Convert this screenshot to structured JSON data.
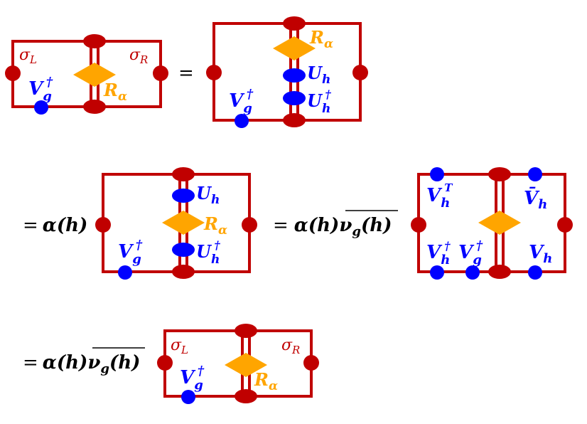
{
  "colors": {
    "frame": "#c00000",
    "tensor_u": "#0000ff",
    "tensor_r": "#ffa500",
    "equation": "#000000"
  },
  "labels": {
    "sigma": "σ",
    "sub_L": "L",
    "sub_R": "R",
    "V": "V",
    "V_bar": "V̄",
    "U": "U",
    "R": "R",
    "sub_g": "g",
    "sub_h": "h",
    "sub_alpha": "α",
    "dagger": "†",
    "T": "T"
  },
  "equations": {
    "eq_sign": "=",
    "alpha": "α",
    "h_arg": "(h)",
    "nu": "ν",
    "nu_sub": "g"
  }
}
